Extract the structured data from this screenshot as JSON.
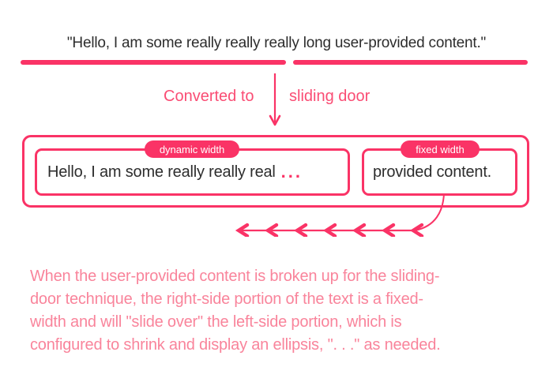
{
  "colors": {
    "accent_pink": "#fa3366",
    "label_pink": "#fa4d74",
    "paragraph_pink": "#f9849b",
    "ink": "#2d2d2d",
    "badge_text": "#ffffff",
    "background": "#ffffff"
  },
  "quote": {
    "text": "\"Hello, I am some really really really long user-provided content.\""
  },
  "converted": {
    "left_label": "Converted to",
    "right_label": "sliding door"
  },
  "diagram": {
    "left_box": {
      "badge": "dynamic width",
      "text": "Hello, I am some really really real",
      "ellipsis": "..."
    },
    "right_box": {
      "badge": "fixed width",
      "text": "provided content."
    }
  },
  "icons": {
    "down_arrow": "arrow-down-icon",
    "slide_arrows": "arrows-pointing-left-icon"
  },
  "explanation": {
    "lines": [
      "When the user-provided content is broken up for the sliding-",
      "door technique, the right-side portion of the text is a fixed-",
      "width and will \"slide over\" the left-side portion, which is",
      "configured to shrink and display an ellipsis, \". . .\" as needed."
    ]
  }
}
